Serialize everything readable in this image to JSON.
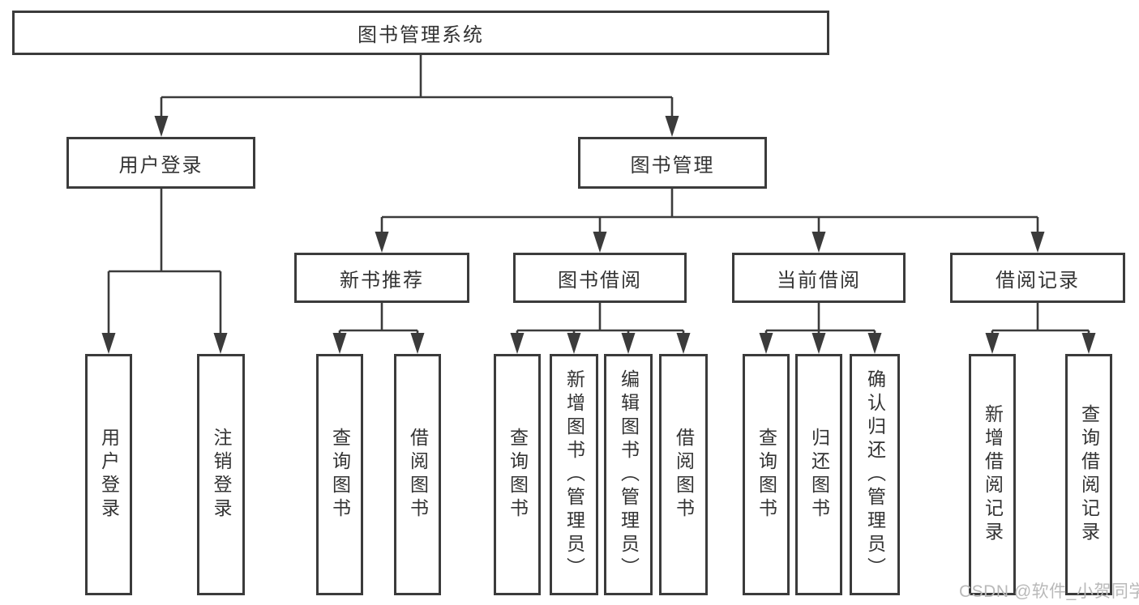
{
  "tree": {
    "root_label": "图书管理系统",
    "level2": [
      {
        "label": "用户登录",
        "leaves": [
          {
            "label": "用户登录"
          },
          {
            "label": "注销登录"
          }
        ]
      },
      {
        "label": "图书管理",
        "groups": [
          {
            "label": "新书推荐",
            "leaves": [
              {
                "label": "查询图书"
              },
              {
                "label": "借阅图书"
              }
            ]
          },
          {
            "label": "图书借阅",
            "leaves": [
              {
                "label": "查询图书"
              },
              {
                "label": "新增图书（管理员）"
              },
              {
                "label": "编辑图书（管理员）"
              },
              {
                "label": "借阅图书"
              }
            ]
          },
          {
            "label": "当前借阅",
            "leaves": [
              {
                "label": "查询图书"
              },
              {
                "label": "归还图书"
              },
              {
                "label": "确认归还（管理员）"
              }
            ]
          },
          {
            "label": "借阅记录",
            "leaves": [
              {
                "label": "新增借阅记录"
              },
              {
                "label": "查询借阅记录"
              }
            ]
          }
        ]
      }
    ]
  },
  "watermark": {
    "text": "CSDN @软件_小贺同学"
  },
  "colors": {
    "line": "#3b3b3b",
    "box_border": "#3b3b3b",
    "text": "#333333",
    "watermark": "#b9b9b9",
    "background": "#ffffff"
  }
}
